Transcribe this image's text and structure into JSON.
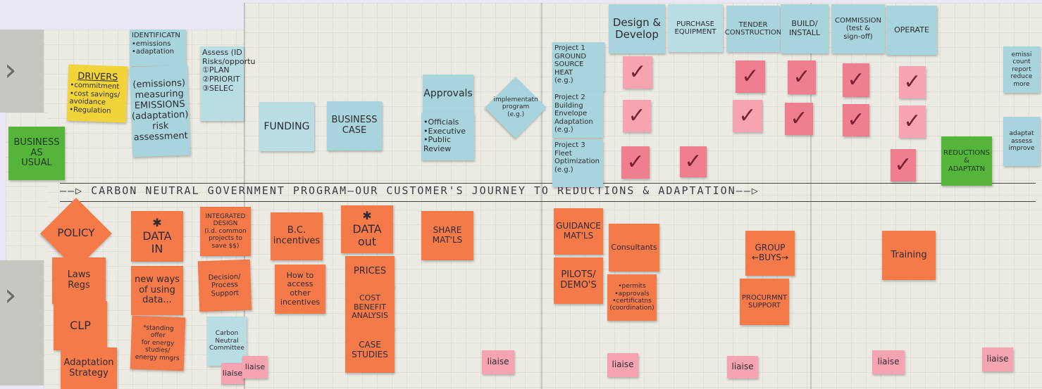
{
  "banner": {
    "text": "——▷ CARBON NEUTRAL GOVERNMENT PROGRAM—OUR CUSTOMER'S JOURNEY TO REDUCTIONS & ADAPTATION——▷"
  },
  "top_left": {
    "identification": "IDENTIFICATN\n•emissions\n•adaptation",
    "drivers_title": "DRIVERS",
    "drivers_body": "•commitment\n•cost savings/\navoidance\n•Regulation",
    "measuring": "(emissions)\nmeasuring\nEMISSIONS\n(adaptation)\nrisk\nassessment",
    "assess": "Assess (ID\nRisks/opportu\n①PLAN\n②PRIORIT\n③SELEC",
    "business_as_usual": "BUSINESS\nAS\nUSUAL"
  },
  "top_middle": {
    "funding": "FUNDING",
    "business_case": "BUSINESS\nCASE",
    "approvals": "Approvals",
    "approvals_list": "•Officials\n•Executive\n•Public Review",
    "implementation": "implementatn\nprogram\n(e.g.)"
  },
  "projects": [
    "Project 1\nGROUND\nSOURCE\nHEAT\n(e.g.)",
    "Project 2\nBuilding\nEnvelope\nAdaptation\n(e.g.)",
    "Project 3\nFleet\nOptimization\n(e.g.)"
  ],
  "phases": [
    "Design &\nDevelop",
    "PURCHASE\nEQUIPMENT",
    "TENDER\nCONSTRUCTION",
    "BUILD/\nINSTALL",
    "COMMISSION\n(test &\nsign-off)",
    "OPERATE"
  ],
  "check_glyph": "✓",
  "top_right": {
    "emissions": "emissi\ncount\nreport\nreduce\nmore",
    "adaptation": "adaptat\nassess\nimprove",
    "reductions": "REDUCTIONS\n&\nADAPTATN"
  },
  "bottom": {
    "policy": "POLICY",
    "laws_regs": "Laws\nRegs",
    "clp": "CLP",
    "adaptation_strategy": "Adaptation\nStrategy",
    "data_in": "✱\nDATA\nIN",
    "new_ways": "new ways\nof using\ndata...",
    "standing_offer": "*standing\noffer\nfor energy\nstudies/\nenergy mngrs",
    "integrated_design": "INTEGRATED\nDESIGN\n(i.d. common\nprojects to\nsave $$)",
    "decision_support": "Decision/\nProcess\nSupport",
    "carbon_neutral_committee": "Carbon\nNeutral\nCommittee",
    "bc_incentives": "B.C.\nincentives",
    "how_to_access": "How to\naccess\nother\nincentives",
    "data_out": "✱\nDATA\nout",
    "prices": "PRICES",
    "cost_benefit": "COST\nBENEFIT\nANALYSIS",
    "case_studies": "CASE\nSTUDIES",
    "share_mats": "SHARE\nMAT'LS",
    "guidance": "GUIDANCE\nMAT'LS",
    "pilots": "PILOTS/\nDEMO'S",
    "consultants": "Consultants",
    "permits": "•permits\n•approvals\n•certificatns\n(coordination)",
    "group_buys": "GROUP\n←BUYS→",
    "procurement": "PROCURMNT\nSUPPORT",
    "training": "Training",
    "liaise": "liaise"
  }
}
